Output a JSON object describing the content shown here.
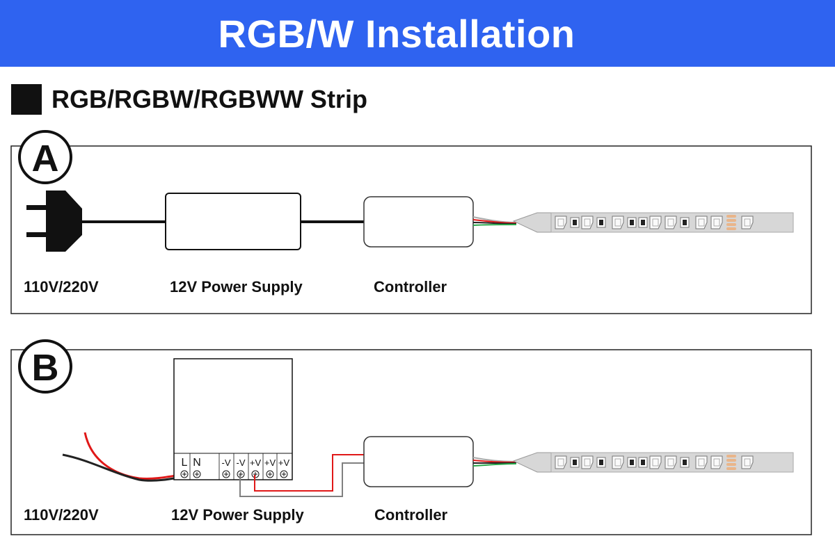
{
  "title": "RGB/W Installation",
  "section_title": "RGB/RGBW/RGBWW Strip",
  "panel_a": {
    "letter": "A",
    "labels": {
      "mains": "110V/220V",
      "supply": "12V Power Supply",
      "controller": "Controller"
    }
  },
  "panel_b": {
    "letter": "B",
    "labels": {
      "mains": "110V/220V",
      "supply": "12V Power Supply",
      "controller": "Controller"
    },
    "terminals": [
      "L",
      "N",
      "-V",
      "-V",
      "+V",
      "+V",
      "+V"
    ]
  },
  "colors": {
    "banner": "#2f63f0",
    "wire_live": "#e01818",
    "wire_neutral": "#222222",
    "wire_green": "#2aa84a",
    "wire_gray": "#808080",
    "strip": "#d7d7d7"
  }
}
